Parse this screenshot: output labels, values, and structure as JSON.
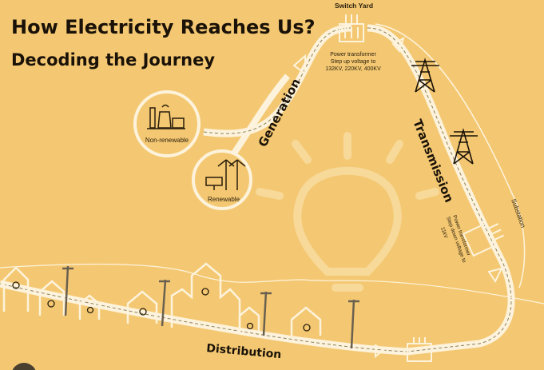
{
  "header": {
    "title": "How Electricity Reaches Us?",
    "subtitle": "Decoding the Journey"
  },
  "stages": {
    "generation": "Generation",
    "transmission": "Transmission",
    "distribution": "Distribution"
  },
  "sources": {
    "non_renewable": "Non-renewable",
    "renewable": "Renewable"
  },
  "switch_yard": {
    "title": "Switch Yard",
    "line1": "Power transformer",
    "line2": "Step up voltage to",
    "line3": "132KV, 220KV, 400KV"
  },
  "substation": {
    "title": "Substation",
    "line1": "Power transformer",
    "line2": "Step down voltage to",
    "line3": "11kV"
  },
  "colors": {
    "background": "#f4c872",
    "path": "#fdf3dc",
    "ink": "#1a1208"
  }
}
